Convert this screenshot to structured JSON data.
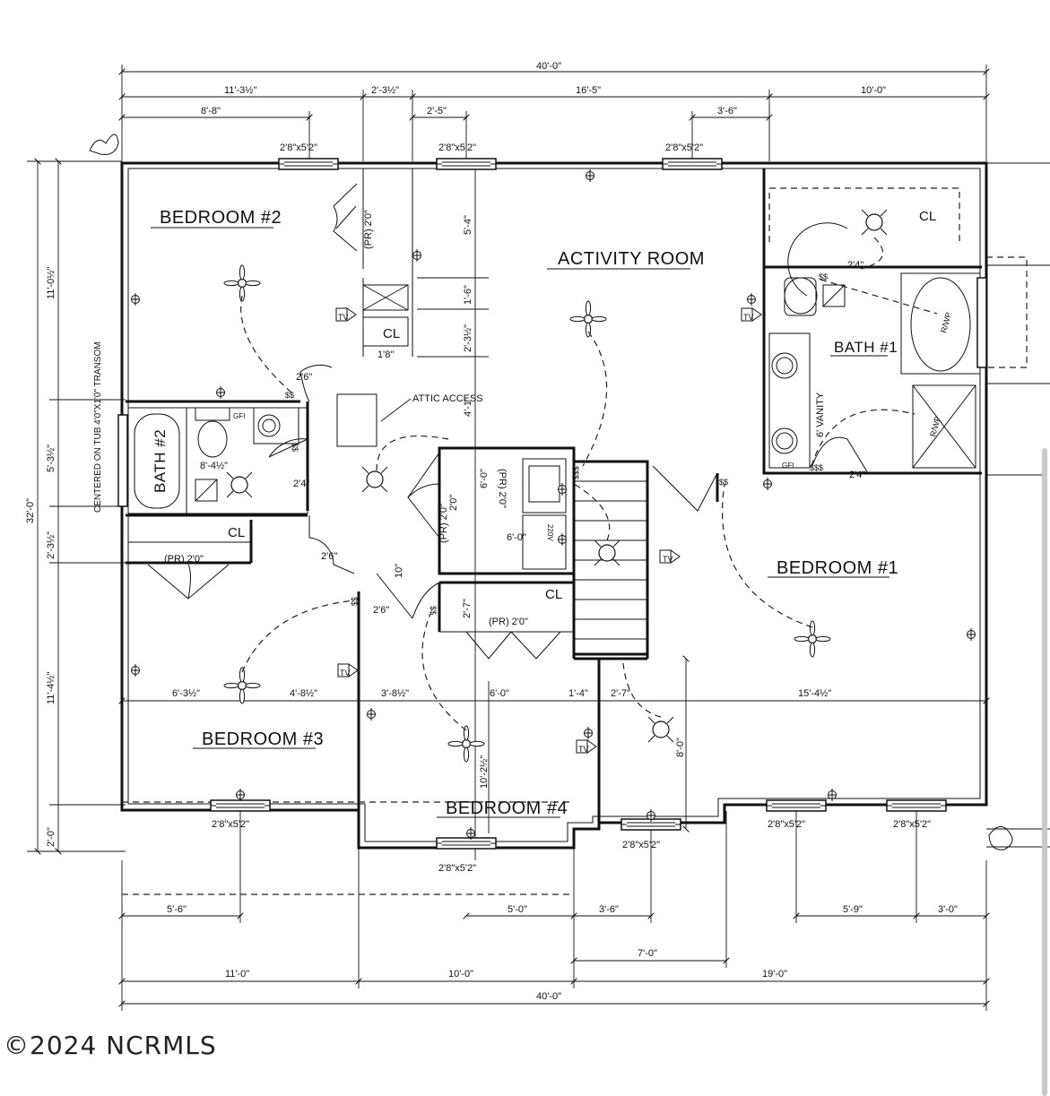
{
  "rooms": {
    "bedroom2": "BEDROOM #2",
    "activity": "ACTIVITY ROOM",
    "bath1": "BATH #1",
    "bath2": "BATH #2",
    "bedroom1": "BEDROOM #1",
    "bedroom3": "BEDROOM #3",
    "bedroom4": "BEDROOM #4"
  },
  "closets": {
    "cl": "CL"
  },
  "labels": {
    "attic": "ATTIC ACCESS",
    "transom": "CENTERED ON TUB 4'0\"X1'0\" TRANSOM",
    "vanity": "6' VANITY",
    "pr": "(PR) 2'0\"",
    "rwp": "R/WP",
    "gfi": "GFI",
    "v220": "220V",
    "tv": "TV",
    "ss": "$$",
    "sss": "$$$"
  },
  "window_label": "2'8\"x5'2\"",
  "dims": {
    "overall": "40'-0\"",
    "t1": "11'-3½\"",
    "t2": "2'-3½\"",
    "t3": "16'-5\"",
    "t4": "10'-0\"",
    "t5": "8'-8\"",
    "t6": "2'-5\"",
    "t7": "3'-6\"",
    "l1": "11'-0½\"",
    "l2": "5'-3½\"",
    "l3": "2'-3½\"",
    "l4": "11'-4½\"",
    "l5": "2'-0\"",
    "l_total": "32'-0\"",
    "i_54": "5'-4\"",
    "i_16": "1'-6\"",
    "i_23": "2'-3½\"",
    "i_41": "4'-1\"",
    "i_24": "2'4\"",
    "i_26a": "2'6\"",
    "i_18": "1'8\"",
    "i_84": "8'-4½\"",
    "i_24b": "2'4\"",
    "i_60v": "6'-0\"",
    "i_20": "2'0\"",
    "i_60": "6'-0\"",
    "i_26b": "2'6\"",
    "i_10": "10\"",
    "i_26c": "2'6\"",
    "i_27": "2'-7\"",
    "i_24c": "2'4\"",
    "m1": "6'-3½\"",
    "m2": "4'-8½\"",
    "m3": "3'-8½\"",
    "m4": "6'-0\"",
    "m5": "1'-4\"",
    "m6": "2'-7\"",
    "m7": "15'-4½\"",
    "v80": "8'-0\"",
    "v102": "10'-2½\"",
    "b1": "5'-6\"",
    "b2": "5'-0\"",
    "b3": "3'-6\"",
    "b4": "5'-9\"",
    "b5": "3'-0\"",
    "b6": "7'-0\"",
    "bb1": "11'-0\"",
    "bb2": "10'-0\"",
    "bb3": "19'-0\""
  },
  "copyright": "©2024 NCRMLS"
}
